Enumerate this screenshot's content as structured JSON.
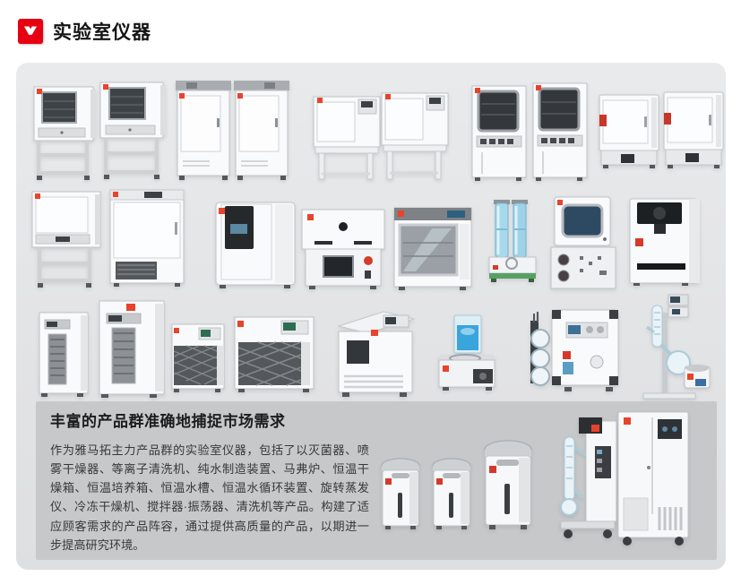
{
  "header": {
    "title": "实验室仪器",
    "logo_icon": "yamato-y-icon",
    "logo_color": "#e60012"
  },
  "panel": {
    "heading": "丰富的产品群准确地捕捉市场需求",
    "body": "作为雅马拓主力产品群的实验室仪器，包括了以灭菌器、喷雾干燥器、等离子清洗机、纯水制造装置、马弗炉、恒温干燥箱、恒温培养箱、恒温水槽、恒温水循环装置、旋转蒸发仪、冷冻干燥机、搅拌器·振荡器、清洗机等产品。构建了适应顾客需求的产品阵容，通过提供高质量的产品，以期进一步提高研究环境。"
  },
  "colors": {
    "brand_red": "#e60012",
    "stage_gray": "#e3e4e6",
    "panel_gray": "#c7c8ca"
  },
  "gallery": {
    "row1": [
      "drying-oven-on-stand",
      "drying-oven-on-stand",
      "constant-temp-chamber",
      "constant-temp-chamber",
      "oven-on-bench",
      "oven-on-bench",
      "vacuum-drying-oven",
      "vacuum-drying-oven",
      "benchtop-drying-oven",
      "benchtop-drying-oven"
    ],
    "row2": [
      "incubator-on-stand",
      "low-temp-incubator",
      "constant-temp-incubator",
      "muffle-furnace",
      "lab-washer",
      "pure-water-system",
      "plasma-cleaner",
      "water-purifier"
    ],
    "row3": [
      "water-circulator-small",
      "water-circulator-large",
      "recirculating-chiller",
      "recirculating-chiller",
      "low-temp-bath",
      "magnetic-stirrer-with-beaker",
      "freeze-dryer",
      "rotary-evaporator"
    ],
    "panel_products": [
      "autoclave-sterilizer",
      "autoclave-sterilizer",
      "autoclave-sterilizer-large",
      "spray-dryer",
      "large-test-chamber"
    ]
  }
}
